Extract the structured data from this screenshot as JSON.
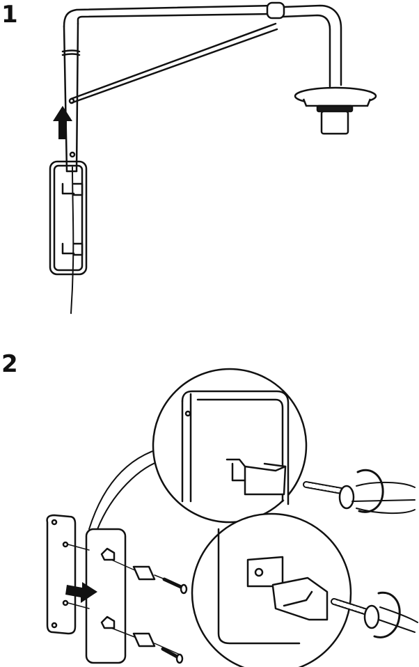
{
  "steps": [
    {
      "number": "1",
      "illustration": "lamp-arm-slide-onto-wall-bracket"
    },
    {
      "number": "2",
      "illustration": "attach-clips-to-wall-plate-with-screws"
    }
  ],
  "colors": {
    "ink": "#111111",
    "paper": "#ffffff",
    "shade": "#1a1a1a"
  }
}
